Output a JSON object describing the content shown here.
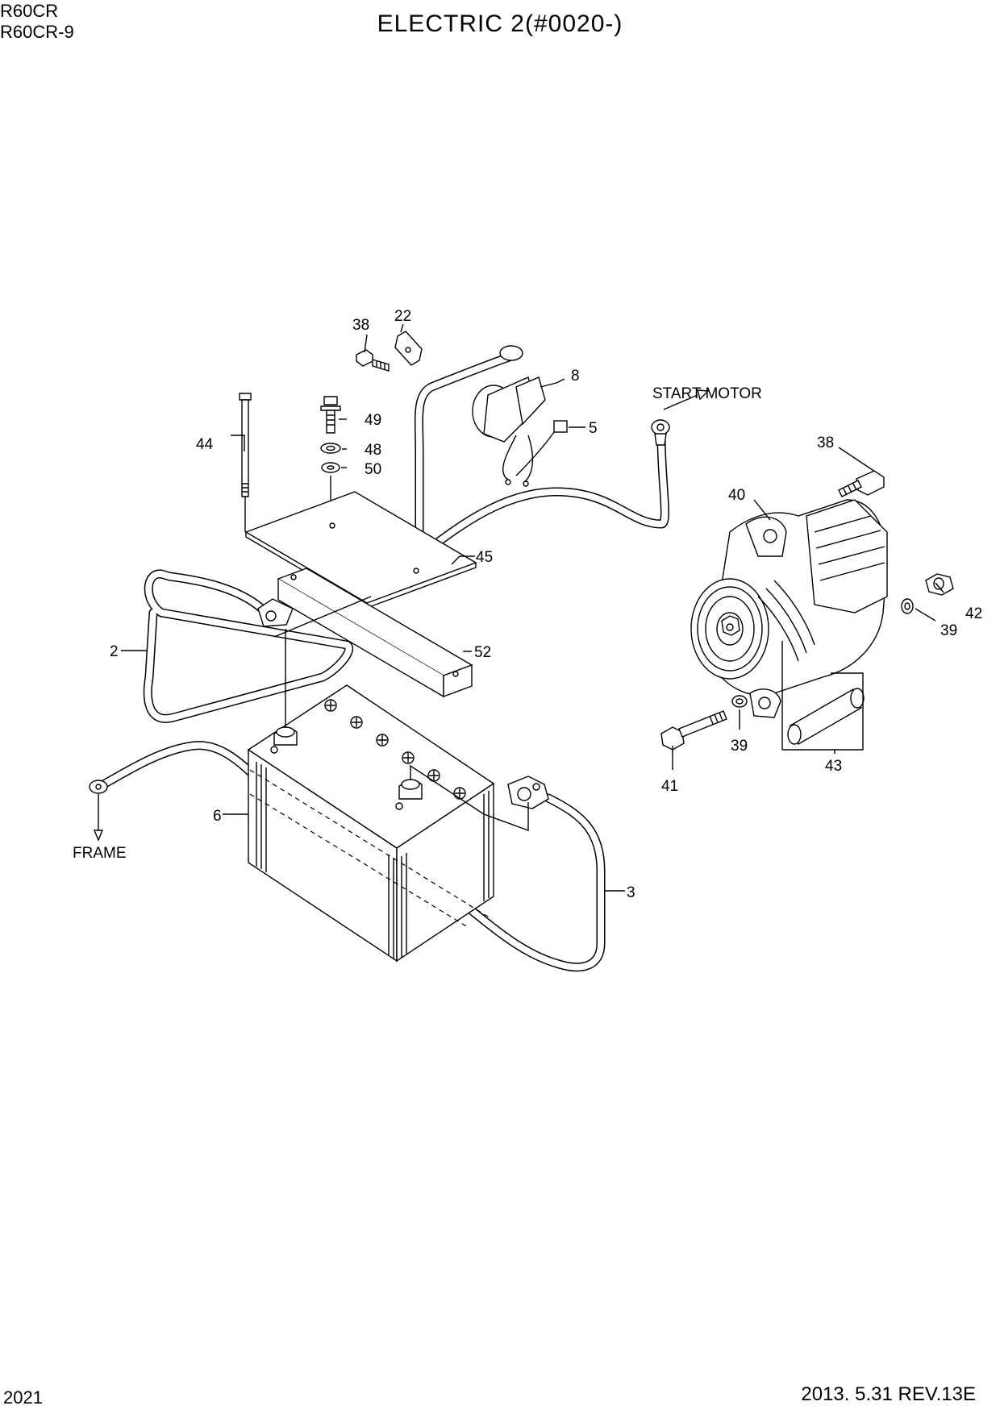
{
  "header": {
    "model_line_1": "R60CR",
    "model_line_2": "R60CR-9",
    "title": "ELECTRIC 2(#0020-)"
  },
  "footer": {
    "page_number": "2021",
    "revision": "2013. 5.31  REV.13E"
  },
  "callouts": {
    "start_motor": "START MOTOR",
    "frame": "FRAME"
  },
  "parts": {
    "p2": "2",
    "p3": "3",
    "p5": "5",
    "p6": "6",
    "p8": "8",
    "p22": "22",
    "p38a": "38",
    "p38b": "38",
    "p39a": "39",
    "p39b": "39",
    "p40": "40",
    "p41": "41",
    "p42": "42",
    "p43": "43",
    "p44": "44",
    "p45": "45",
    "p48": "48",
    "p49": "49",
    "p50": "50",
    "p52": "52"
  }
}
